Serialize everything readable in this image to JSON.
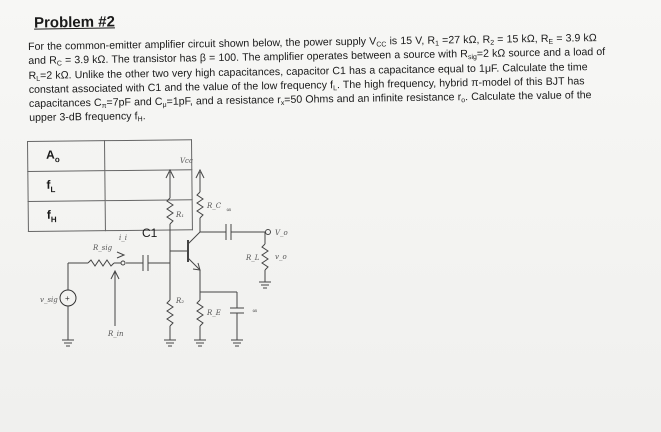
{
  "problem": {
    "title": "Problem #2",
    "line1": "For the common-emitter amplifier circuit shown below, the power supply V",
    "line1_sub": "CC",
    "line1_tail": " is 15 V, R",
    "line1_r1": "1",
    "line1_b": " =27 kΩ, R",
    "line1_r2": "2",
    "line1_c": " = 15 kΩ, R",
    "line1_re": "E",
    "line1_d": " = 3.9 kΩ",
    "line2_a": "and R",
    "line2_rc": "C",
    "line2_b": " = 3.9 kΩ.  The transistor has β = 100. The amplifier operates between a source with R",
    "line2_sig": "sig",
    "line2_c": "=2 kΩ source and a load of",
    "line3_a": "R",
    "line3_l": "L",
    "line3_b": "=2 kΩ.  Unlike the other two very high capacitances, capacitor C1 has a capacitance equal to 1μF.  Calculate the time",
    "line4_a": "constant associated with C1 and the value of the low frequency f",
    "line4_l": "L",
    "line4_b": ".  The high frequency, hybrid π-model of this BJT has",
    "line5_a": "capacitances C",
    "line5_pi": "π",
    "line5_b": "=7pF and C",
    "line5_mu": "μ",
    "line5_c": "=1pF, and a resistance r",
    "line5_x": "x",
    "line5_d": "=50 Ohms and an infinite resistance r",
    "line5_o": "o",
    "line5_e": ". Calculate the value of the",
    "line6_a": "upper 3-dB frequency f",
    "line6_h": "H",
    "line6_b": "."
  },
  "answer_table": {
    "rows": [
      {
        "label": "A",
        "sub": "o",
        "value": ""
      },
      {
        "label": "f",
        "sub": "L",
        "value": ""
      },
      {
        "label": "f",
        "sub": "H",
        "value": ""
      }
    ]
  },
  "circuit": {
    "vcc": "Vcc",
    "r1": "R₁",
    "r2": "R₂",
    "rc": "R_C",
    "re": "R_E",
    "rl": "R_L",
    "rsig": "R_sig",
    "rin": "R_in",
    "c1": "C1",
    "vsig": "v_sig",
    "vo": "V_o",
    "vo_small": "v_o",
    "ii": "i_i",
    "inf1": "∞",
    "inf2": "∞"
  }
}
